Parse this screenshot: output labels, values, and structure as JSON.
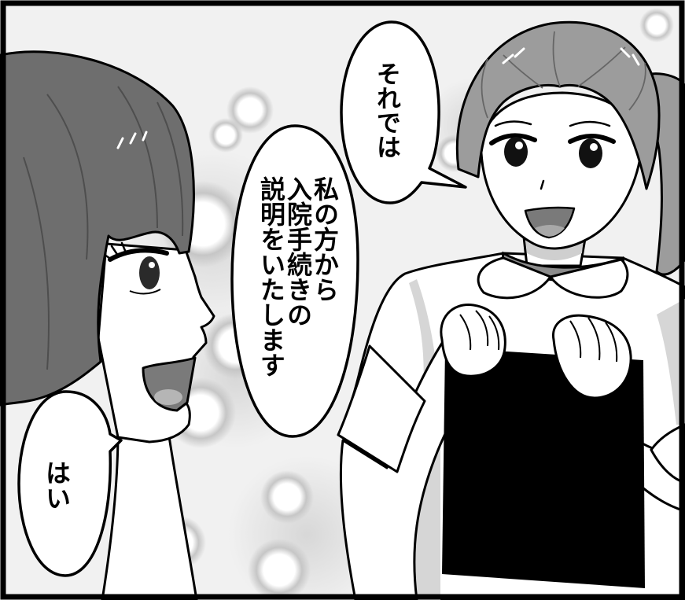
{
  "colors": {
    "background": "#f1f1f1",
    "left_hair": "#6e6e6e",
    "nurse_hair": "#9c9c9c",
    "mouth": "#7a7a7a",
    "collar_band": "#8c8c8c",
    "clipboard": "#000000"
  },
  "bubbles": {
    "nurse_top": {
      "lines": [
        "それでは"
      ]
    },
    "nurse_main": {
      "lines": [
        "私の方から",
        "入院手続きの",
        "説明をいたします"
      ]
    },
    "reply": {
      "lines": [
        "はい"
      ]
    }
  }
}
